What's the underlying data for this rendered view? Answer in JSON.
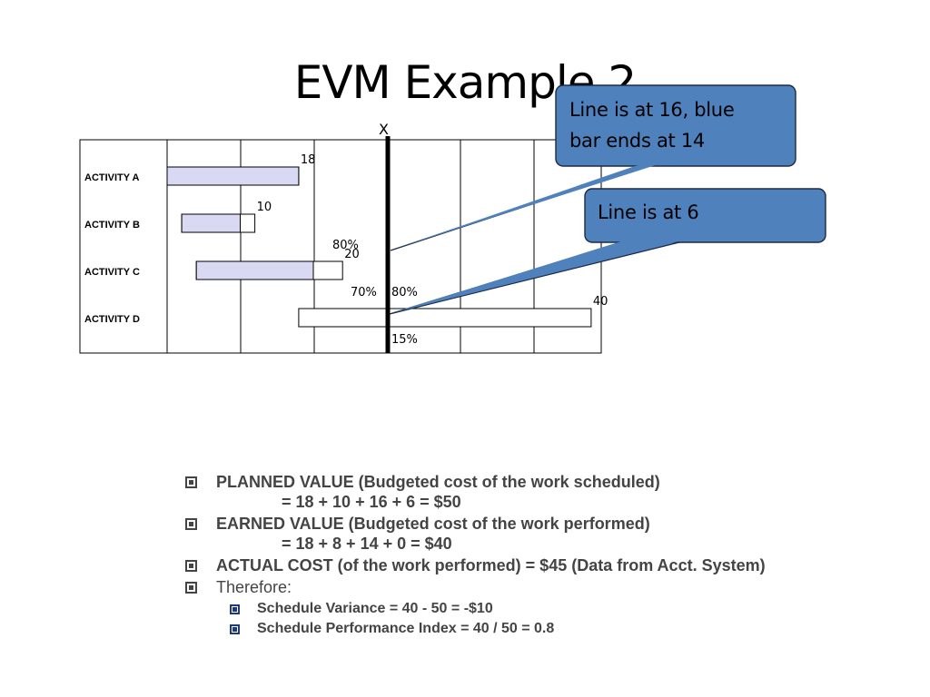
{
  "slide": {
    "title": "EVM Example 2"
  },
  "chart_data": {
    "type": "gantt",
    "status_line_label": "X",
    "activities": [
      {
        "name": "ACTIVITY A",
        "planned_value": "18",
        "start": 0,
        "end": 18,
        "progress_end": 18,
        "labels_below": []
      },
      {
        "name": "ACTIVITY B",
        "planned_value": "10",
        "start": 2,
        "end": 12,
        "progress_end": 10,
        "labels_below": [
          "80%"
        ]
      },
      {
        "name": "ACTIVITY C",
        "planned_value": "20",
        "start": 4,
        "end": 24,
        "progress_end": 20,
        "labels_below": [
          "70%",
          "80%"
        ]
      },
      {
        "name": "ACTIVITY D",
        "planned_value": "40",
        "start": 18,
        "end": 58,
        "progress_end": 18,
        "labels_below": [
          "15%"
        ]
      }
    ],
    "status_line_at": 20,
    "colors": {
      "progress_fill": "#d9d9f3",
      "grid": "#000000",
      "status_line": "#000000"
    }
  },
  "callouts": [
    {
      "text_lines": [
        "Line is at 16, blue",
        "bar ends at 14"
      ]
    },
    {
      "text_lines": [
        "Line is at 6"
      ]
    }
  ],
  "callout_color": "#4f81bd",
  "bullets": [
    {
      "main": "PLANNED VALUE (Budgeted cost of the work scheduled)",
      "sub": "= 18 + 10 + 16 + 6 = $50"
    },
    {
      "main": "EARNED VALUE (Budgeted cost of the work performed)",
      "sub": "= 18 + 8 + 14 + 0 = $40"
    },
    {
      "main": "ACTUAL COST (of the work performed) = $45 (Data from Acct. System)"
    },
    {
      "main": "Therefore:",
      "children": [
        "Schedule Variance = 40 - 50 = -$10",
        "Schedule Performance Index = 40 / 50 = 0.8"
      ]
    }
  ]
}
